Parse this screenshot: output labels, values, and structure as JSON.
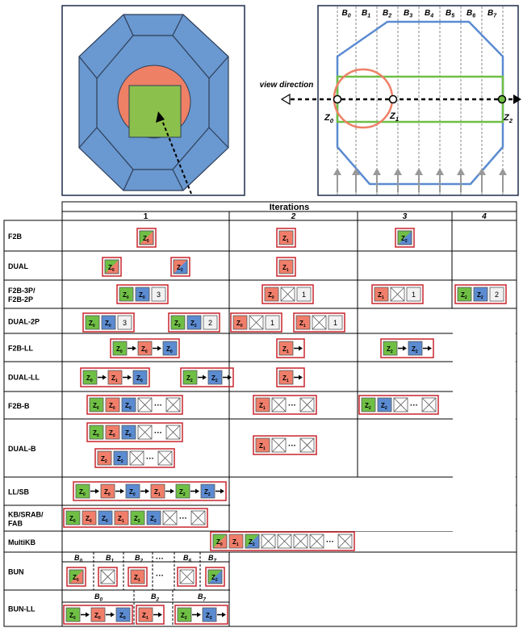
{
  "figure": {
    "view_direction_label": "view direction",
    "bucket_labels": [
      "B0",
      "B1",
      "B2",
      "B3",
      "B4",
      "B5",
      "B6",
      "B7"
    ],
    "z_labels": [
      "Z0",
      "Z1",
      "Z2"
    ],
    "colors": {
      "octagon_blue": "#6a98d0",
      "octagon_dark": "#2d3e57",
      "circle_red": "#ee8066",
      "square_green": "#8cc04c",
      "cell_border_red": "#c8252d",
      "sample_green": "#6fbf45",
      "sample_red": "#f07e6a",
      "sample_blue": "#5b8bd1"
    }
  },
  "table": {
    "header": "Iterations",
    "columns": [
      "1",
      "2",
      "3",
      "4"
    ],
    "rows": [
      "F2B",
      "DUAL",
      "F2B-3P/\nF2B-2P",
      "DUAL-2P",
      "F2B-LL",
      "DUAL-LL",
      "F2B-B",
      "DUAL-B",
      "LL/SB",
      "KB/SRAB/\nFAB",
      "MultiKB",
      "BUN",
      "BUN-LL"
    ],
    "bun_bucket_labels": [
      "B0",
      "B1",
      "B2",
      "B6",
      "B7"
    ],
    "bunll_bucket_labels": [
      "B0",
      "B2",
      "B7"
    ],
    "ellipsis": "···",
    "count_labels": {
      "three": "3",
      "two": "2",
      "one": "1"
    }
  }
}
